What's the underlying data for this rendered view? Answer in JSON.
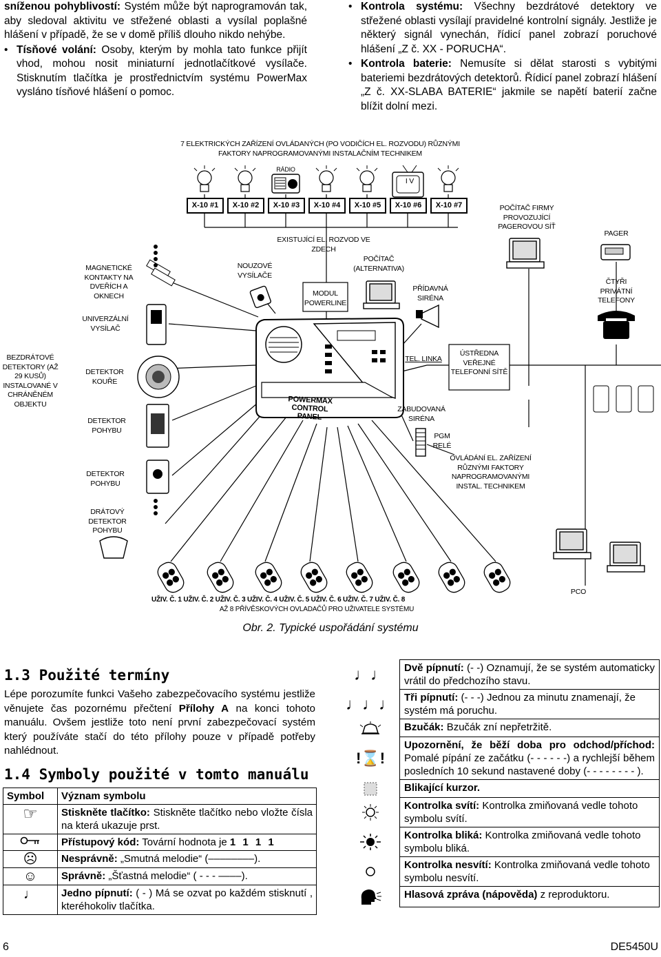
{
  "left_col": {
    "p1_bold": "sníženou pohyblivostí:",
    "p1_text": " Systém může být naprogramován tak, aby sledoval aktivitu ve střežené oblasti a vysílal poplašné hlášení v případě, že se v domě příliš dlouho nikdo nehýbe.",
    "p2_bold": "Tísňové volání:",
    "p2_text": " Osoby, kterým by mohla tato funkce přijít vhod, mohou nosit miniaturní jednotlačítkové vysílače. Stisknutím tlačítka je prostřednictvím systému PowerMax vysláno tísňové hlášení o pomoc."
  },
  "right_col": {
    "p1_bold": "Kontrola systému:",
    "p1_text": " Všechny bezdrátové detektory ve střežené oblasti vysílají pravidelné kontrolní signály. Jestliže je některý signál vynechán, řídicí panel zobrazí poruchové hlášení „Z č. XX - PORUCHA“.",
    "p2_bold": "Kontrola baterie:",
    "p2_text": " Nemusíte si dělat starosti s vybitými bateriemi bezdrátových detektorů. Řídicí panel zobrazí hlášení „Z č. XX-SLABA BATERIE“ jakmile se napětí baterií začne blížit dolní mezi."
  },
  "diagram": {
    "top_label_1": "7 ELEKTRICKÝCH ZAŘÍZENÍ OVLÁDANÝCH (PO VODIČÍCH EL. ROZVODU) RŮZNÝMI",
    "top_label_2": "FAKTORY NAPROGRAMOVANÝMI INSTALAČNÍM TECHNIKEM",
    "radio": "RÁDIO",
    "tv": "I V",
    "x10": [
      "X-10 #1",
      "X-10 #2",
      "X-10 #3",
      "X-10 #4",
      "X-10 #5",
      "X-10 #6",
      "X-10 #7"
    ],
    "pc_firm": "POČÍTAČ FIRMY PROVOZUJÍCÍ PAGEROVOU SÍŤ",
    "pager": "PAGER",
    "existing": "EXISTUJÍCÍ EL. ROZVOD VE ZDECH",
    "pc_alt": "POČÍTAČ (ALTERNATIVA)",
    "magnetic": "MAGNETICKÉ KONTAKTY NA DVEŘÍCH A OKNECH",
    "emergency": "NOUZOVÉ VYSÍLAČE",
    "module": "MODUL POWERLINE",
    "siren_ext": "PŘÍDAVNÁ SIRÉNA",
    "four_phones": "ČTYŘI PRIVÁTNÍ TELEFONY",
    "universal": "UNIVERZÁLNÍ VYSÍLAČ",
    "wireless": "BEZDRÁTOVÉ DETEKTORY (AŽ 29 KUSŮ) INSTALOVANÉ V CHRÁNĚNÉM OBJEKTU",
    "smoke": "DETEKTOR KOUŘE",
    "motion1": "DETEKTOR POHYBU",
    "motion2": "DETEKTOR POHYBU",
    "wired": "DRÁTOVÝ DETEKTOR POHYBU",
    "panel_1": "POWERMAX",
    "panel_2": "CONTROL",
    "panel_3": "PANEL",
    "tel_line": "TEL. LINKA",
    "exchange": "ÚSTŘEDNA VEŘEJNÉ TELEFONNÍ SÍTĚ",
    "siren_int": "ZABUDOVANÁ SIRÉNA",
    "pgm": "PGM RELÉ",
    "control_el": "OVLÁDÁNÍ EL. ZAŘÍZENÍ RŮZNÝMI FAKTORY NAPROGRAMOVANÝMI INSTAL. TECHNIKEM",
    "users": "UŽIV. Č. 1  UŽIV. Č. 2  UŽIV. Č. 3  UŽIV. Č. 4  UŽIV. Č. 5 UŽIV. Č. 6 UŽIV. Č. 7 UŽIV. Č. 8",
    "keyfobs": "AŽ 8 PŘÍVĚSKOVÝCH OVLADAČŮ PRO UŽIVATELE SYSTÉMU",
    "pco": "PCO"
  },
  "caption": "Obr. 2. Typické uspořádání systému",
  "section13": {
    "title": "1.3 Použité termíny",
    "text_1": "Lépe porozumíte funkci Vašeho zabezpečovacího systému jestliže věnujete čas pozornému přečtení ",
    "text_bold": "Přílohy A",
    "text_2": " na konci tohoto manuálu. Ovšem jestliže toto není první zabezpečovací systém který používáte stačí do této přílohy pouze v případě potřeby nahlédnout."
  },
  "section14": {
    "title": "1.4 Symboly použité v tomto manuálu",
    "col_symbol": "Symbol",
    "col_meaning": "Význam symbolu",
    "rows": [
      {
        "icon": "pointing-finger-icon",
        "bold": "Stiskněte tlačítko:",
        "text": " Stiskněte tlačítko nebo vložte čísla na která ukazuje prst."
      },
      {
        "icon": "key-icon",
        "bold": "Přístupový kód:",
        "text": " Tovární hodnota je ",
        "extra": "1 1 1 1"
      },
      {
        "icon": "sad-face-icon",
        "bold": "Nesprávně:",
        "text": " „Smutná melodie“ (––––––––)."
      },
      {
        "icon": "happy-face-icon",
        "bold": "Správně:",
        "text": " „Šťastná melodie“ ( - - - ––––)."
      },
      {
        "icon": "single-note-icon",
        "bold": "Jedno pípnutí:",
        "text": " ( - ) Má se ozvat po každém stisknutí , kteréhokoliv tlačítka."
      }
    ]
  },
  "symbols_right": [
    {
      "icon": "double-note-icon",
      "bold": "Dvě pípnutí:",
      "text": " (- -) Oznamují, že se systém automaticky vrátil do předchozího stavu."
    },
    {
      "icon": "triple-note-icon",
      "bold": "Tři pípnutí:",
      "text": " (- - -) Jednou za minutu znamenají, že systém má poruchu."
    },
    {
      "icon": "buzzer-icon",
      "bold": "Bzučák:",
      "text": " Bzučák zní nepřetržitě."
    },
    {
      "icon": "hourglass-warning-icon",
      "bold": "Upozornění, že běží doba pro odchod/příchod:",
      "text": " Pomalé pípání ze začátku (- - - - - -) a rychlejší během posledních 10 sekund nastavené doby (- - - - - - - - )."
    },
    {
      "icon": "blinking-cursor-icon",
      "bold": "Blikající kurzor.",
      "text": ""
    },
    {
      "icon": "led-on-icon",
      "bold": "Kontrolka svítí:",
      "text": " Kontrolka zmiňovaná vedle tohoto symbolu svítí."
    },
    {
      "icon": "led-blinking-icon",
      "bold": "Kontrolka bliká:",
      "text": " Kontrolka zmiňovaná vedle tohoto symbolu bliká."
    },
    {
      "icon": "led-off-icon",
      "bold": "Kontrolka nesvítí:",
      "text": " Kontrolka zmiňovaná vedle tohoto symbolu nesvítí."
    },
    {
      "icon": "speaker-head-icon",
      "bold": "Hlasová zpráva (nápověda)",
      "text": " z reproduktoru."
    }
  ],
  "footer": {
    "page_number": "6",
    "doc_code": "DE5450U"
  }
}
